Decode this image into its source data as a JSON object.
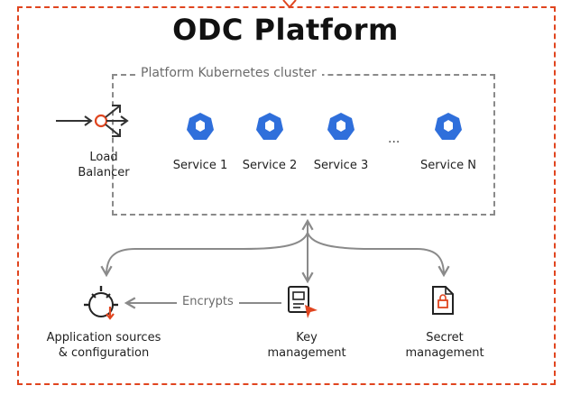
{
  "title": "ODC Platform",
  "cluster": {
    "label": "Platform Kubernetes cluster"
  },
  "load_balancer": {
    "label_line1": "Load",
    "label_line2": "Balancer"
  },
  "services": [
    {
      "label": "Service 1"
    },
    {
      "label": "Service 2"
    },
    {
      "label": "Service 3"
    },
    {
      "label": "Service N"
    }
  ],
  "ellipsis": "...",
  "edges": {
    "encrypts_label": "Encrypts"
  },
  "bottom_nodes": {
    "app_sources": {
      "line1": "Application sources",
      "line2": "& configuration"
    },
    "key_mgmt": {
      "line1": "Key",
      "line2": "management"
    },
    "secret_mgmt": {
      "line1": "Secret",
      "line2": "management"
    }
  },
  "colors": {
    "accent_red": "#e0451f",
    "kube_blue": "#2f6fdb",
    "line_gray": "#8a8a8a"
  },
  "icons": [
    "load-balancer-icon",
    "kubernetes-icon",
    "source-icon",
    "key-management-icon",
    "secret-icon"
  ]
}
